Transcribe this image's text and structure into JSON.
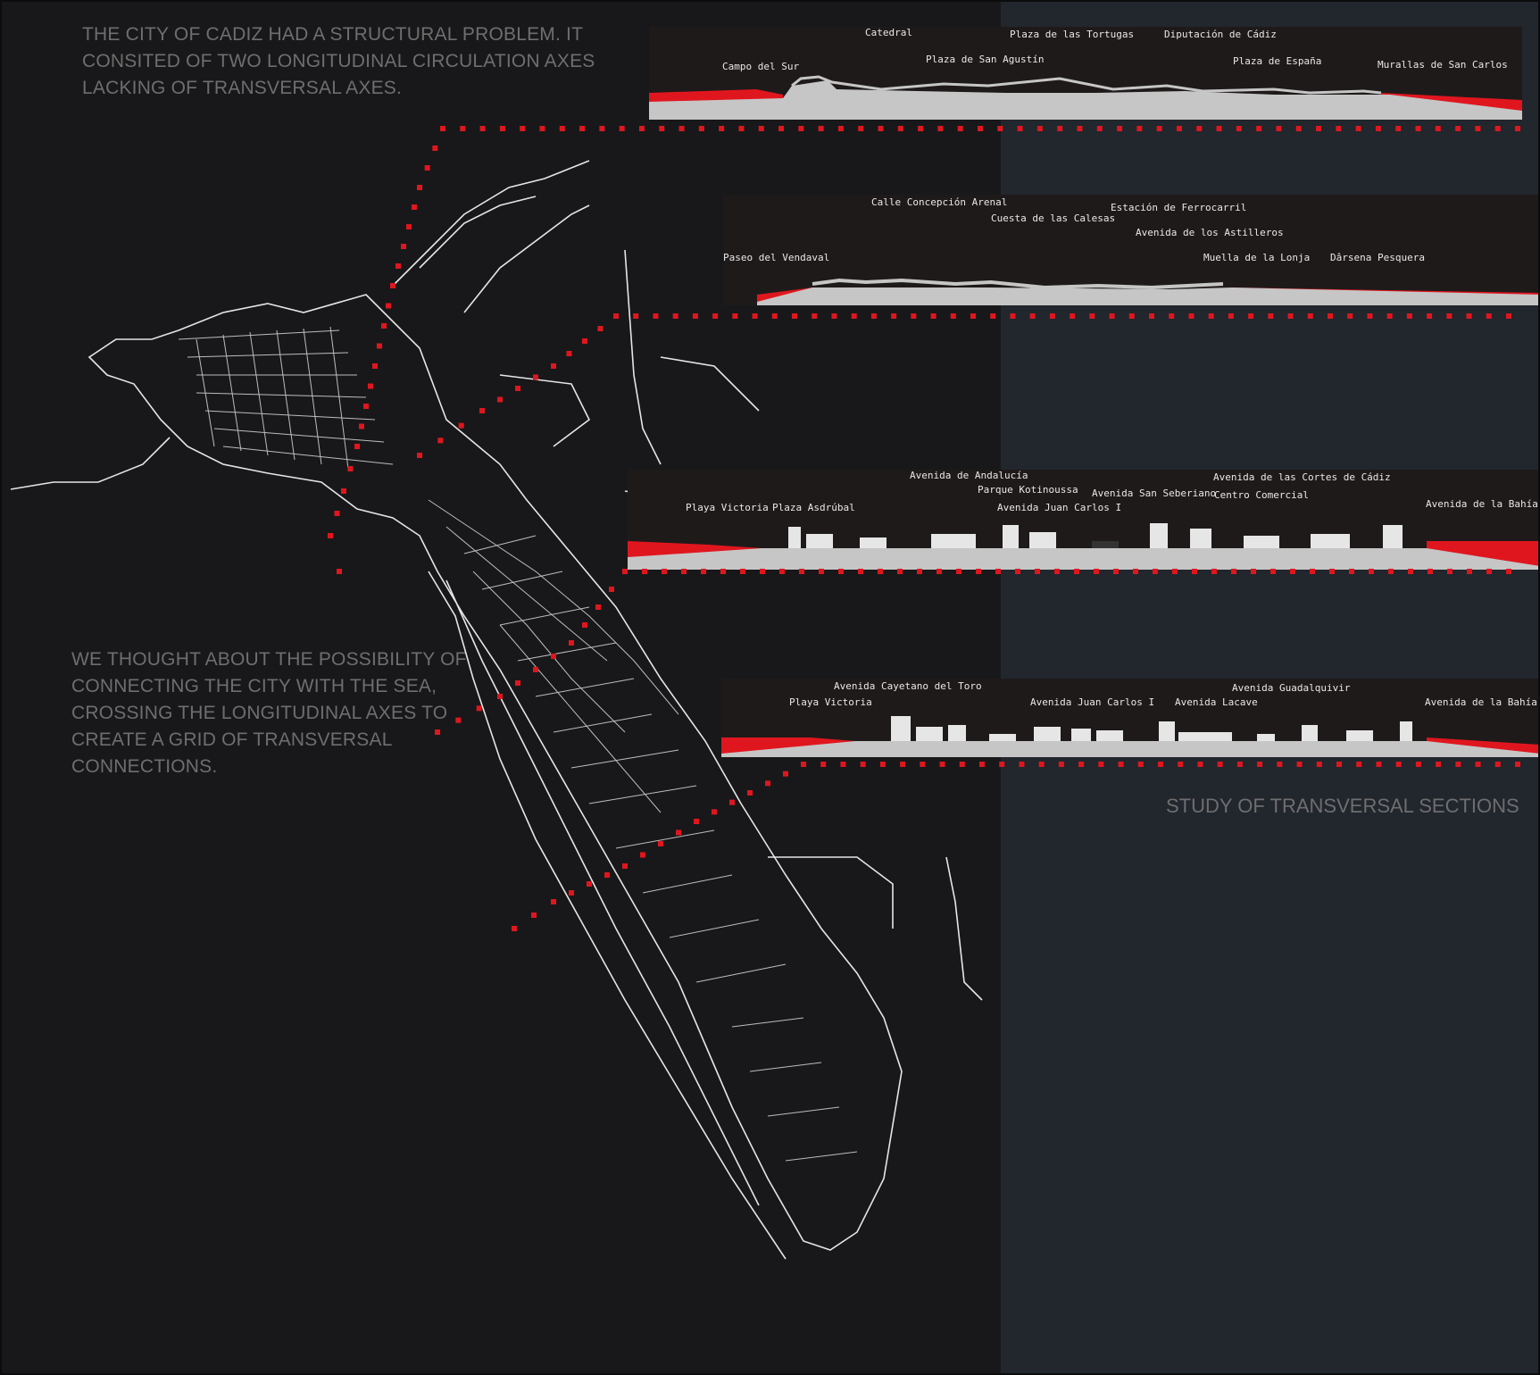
{
  "texts": {
    "intro_top": "THE CITY OF CADIZ HAD A STRUCTURAL PROBLEM. IT CONSITED OF TWO LONGITUDINAL  CIRCULATION AXES  LACKING OF TRANSVERSAL AXES.",
    "intro_left": "WE THOUGHT ABOUT THE POSSIBILITY OF CONNECTING THE CITY WITH THE SEA, CROSSING THE LONGITUDINAL AXES TO CREATE A GRID OF TRANSVERSAL CONNECTIONS.",
    "study_title": "STUDY OF TRANSVERSAL SECTIONS"
  },
  "colors": {
    "background": "#18181a",
    "right_panel": "#22262d",
    "section_panel": "#1f1a1a",
    "accent_red": "#e0161e",
    "ground_gray": "#c6c6c6",
    "map_lines": "#e6e6e6",
    "text_gray": "#6e6e6e"
  },
  "sections": [
    {
      "labels": [
        "Catedral",
        "Plaza de las Tortugas",
        "Diputación de Cádiz",
        "Campo del Sur",
        "Plaza de San Agustín",
        "Plaza de España",
        "Murallas de San Carlos"
      ]
    },
    {
      "labels": [
        "Calle Concepción Arenal",
        "Cuesta de las Calesas",
        "Estación de Ferrocarril",
        "Avenida de los Astilleros",
        "Paseo del Vendaval",
        "Muella de la Lonja",
        "Dârsena Pesquera"
      ]
    },
    {
      "labels": [
        "Avenida de Andalucía",
        "Avenida de las Cortes de Cádiz",
        "Parque Kotinoussa",
        "Avenida San Seberiano",
        "Centro Comercial",
        "Playa Victoria",
        "Plaza Asdrúbal",
        "Avenida Juan Carlos I",
        "Avenida de la Bahía"
      ]
    },
    {
      "labels": [
        "Avenida Cayetano del Toro",
        "Avenida Guadalquivir",
        "Playa Victoria",
        "Avenida Juan Carlos I",
        "Avenida Lacave",
        "Avenida de la Bahía"
      ]
    }
  ]
}
